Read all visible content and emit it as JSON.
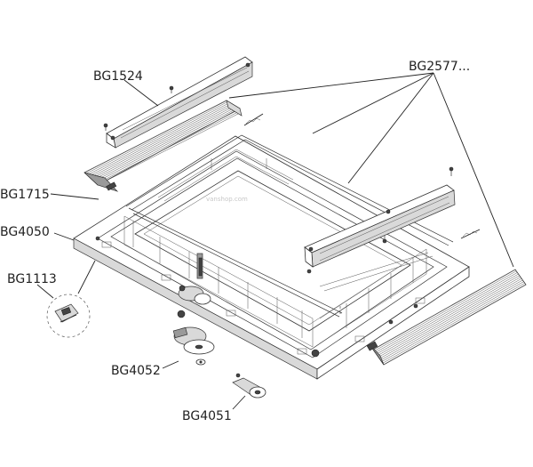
{
  "labels": {
    "bg1524": "BG1524",
    "bg2577": "BG2577...",
    "bg1715": "BG1715",
    "bg4050": "BG4050",
    "bg1113": "BG1113",
    "bg4052": "BG4052",
    "bg4051": "BG4051"
  }
}
